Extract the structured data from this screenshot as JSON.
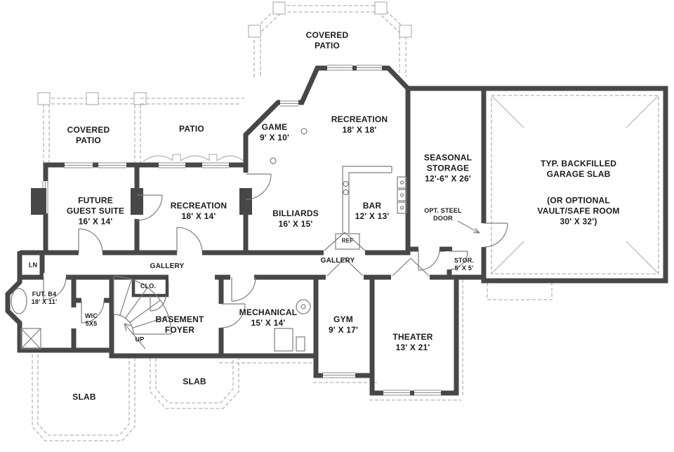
{
  "plan": {
    "labels": {
      "covered_patio_top": "COVERED\nPATIO",
      "covered_patio_left": "COVERED\nPATIO",
      "patio": "PATIO",
      "game": "GAME\n9' X 10'",
      "recreation_upper": "RECREATION\n18' X 18'",
      "seasonal_storage": "SEASONAL\nSTORAGE\n12'-6\" X 26'",
      "garage_slab": "TYP. BACKFILLED\nGARAGE SLAB",
      "garage_option": "(OR OPTIONAL\nVAULT/SAFE ROOM\n30' X 32')",
      "future_guest_suite": "FUTURE\nGUEST SUITE\n16' X 14'",
      "recreation_lower": "RECREATION\n18' X 14'",
      "billiards": "BILLIARDS\n16' X 15'",
      "bar": "BAR\n12' X 13'",
      "opt_steel_door": "OPT. STEEL\nDOOR",
      "ref": "REF",
      "gallery_left": "GALLERY",
      "gallery_right": "GALLERY",
      "stor": "STOR.\n5' X 5'",
      "ln": "LN",
      "fut_b4": "FUT. B4\n18' X 11'",
      "wic": "WIC\n5X5",
      "clo": "CLO.",
      "up": "UP",
      "basement_foyer": "BASEMENT\nFOYER",
      "mechanical": "MECHANICAL\n15' X 14'",
      "gym": "GYM\n9' X 17'",
      "theater": "THEATER\n13' X 21'",
      "slab_left": "SLAB",
      "slab_center": "SLAB"
    },
    "colors": {
      "wall": "#474747",
      "light_line": "#b3b3b3",
      "text": "#1c1c1c"
    }
  }
}
